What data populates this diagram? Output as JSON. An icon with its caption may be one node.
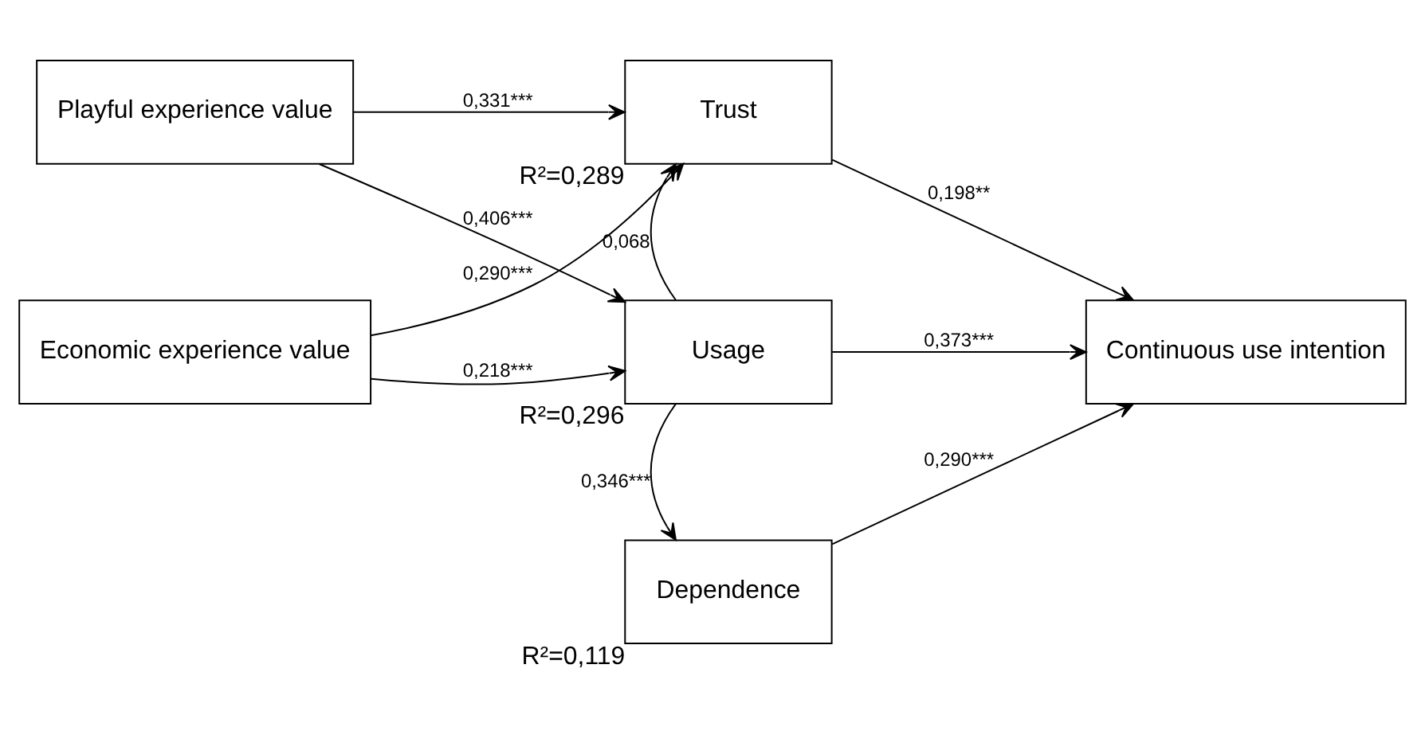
{
  "diagram": {
    "nodes": [
      {
        "text": [
          "Playful experience value"
        ]
      },
      {
        "text": [
          "Economic experience value"
        ]
      },
      {
        "text": [
          "Trust"
        ],
        "beside": [
          "R²=0,289"
        ]
      },
      {
        "text": [
          "Usage"
        ],
        "beside": [
          "R²=0,296"
        ]
      },
      {
        "text": [
          "Dependence"
        ],
        "beside": [
          "R²=0,119"
        ]
      },
      {
        "text": [
          "Continuous use intention"
        ]
      }
    ],
    "edges": [
      {
        "from": 0,
        "to": 2,
        "arrow": "to",
        "label": "0,331***"
      },
      {
        "from": 0,
        "to": 3,
        "arrow": "to",
        "label": "0,406***"
      },
      {
        "from": 1,
        "to": 2,
        "arrow": "to",
        "label": "0,290***"
      },
      {
        "from": 1,
        "to": 3,
        "arrow": "to",
        "label": "0,218***"
      },
      {
        "from": 3,
        "to": 2,
        "arrow": "to",
        "label": "0,068"
      },
      {
        "from": 2,
        "to": 5,
        "arrow": "to",
        "label": "0,198**"
      },
      {
        "from": 3,
        "to": 5,
        "arrow": "to",
        "label": "0,373***"
      },
      {
        "from": 3,
        "to": 4,
        "arrow": "to",
        "label": "0,346***"
      },
      {
        "from": 4,
        "to": 5,
        "arrow": "to",
        "label": "0,290***"
      }
    ]
  }
}
